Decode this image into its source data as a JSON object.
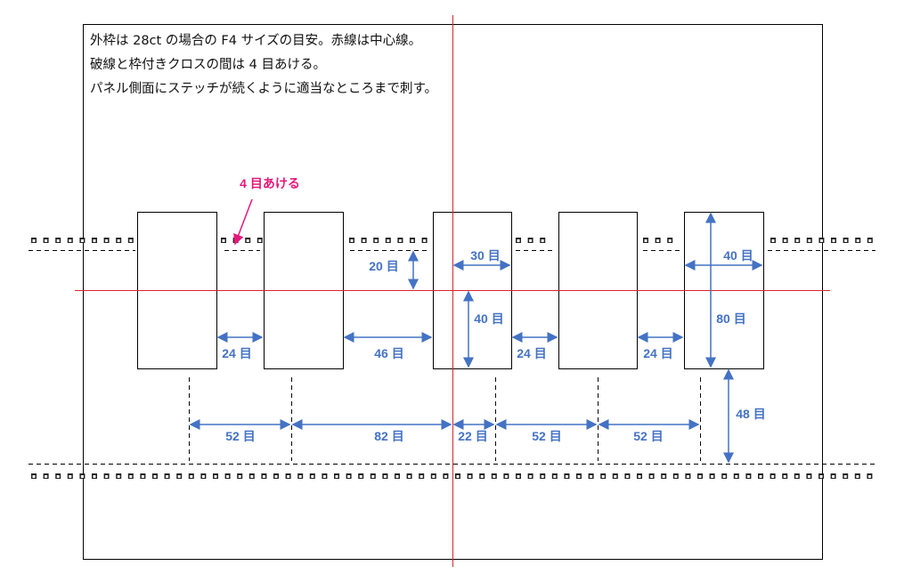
{
  "notes": [
    "外枠は 28ct の場合の F4 サイズの目安。赤線は中心線。",
    "破線と枠付きクロスの間は 4 目あける。",
    "パネル側面にステッチが続くように適当なところまで刺す。"
  ],
  "callout": "4 目あける",
  "dimensions": {
    "gap1": "24 目",
    "gap2": "46 目",
    "top_offset": "20 目",
    "half_width": "30 目",
    "half_height": "40 目",
    "gap3": "24 目",
    "gap4": "24 目",
    "panel_width": "40 目",
    "panel_height": "80 目",
    "bottom_offset": "48 目",
    "b1": "52 目",
    "b2": "82 目",
    "b3": "22 目",
    "b4": "52 目",
    "b5": "52 目"
  },
  "colors": {
    "dimension": "#4472c4",
    "center_line": "#d9262b",
    "callout": "#e5177a"
  }
}
